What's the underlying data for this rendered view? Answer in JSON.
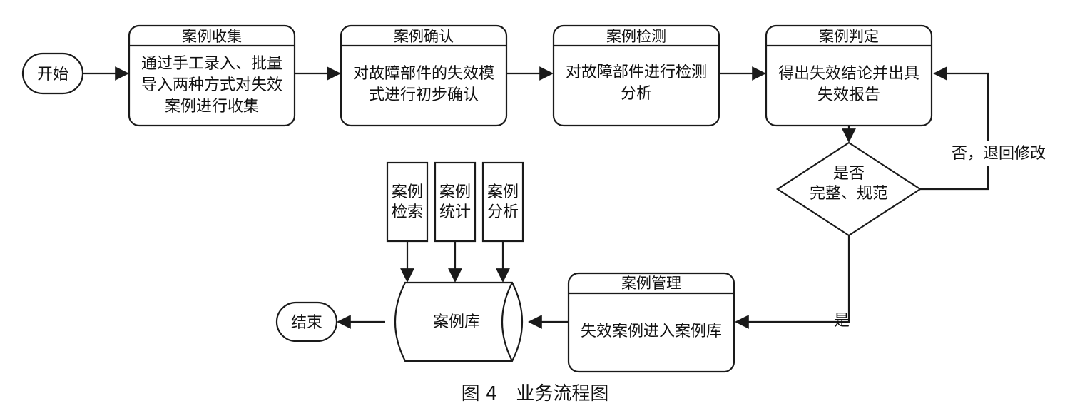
{
  "start_label": "开始",
  "end_label": "结束",
  "steps": [
    {
      "title": "案例收集",
      "lines": [
        "通过手工录入、批量",
        "导入两种方式对失效",
        "案例进行收集"
      ]
    },
    {
      "title": "案例确认",
      "lines": [
        "对故障部件的失效模",
        "式进行初步确认"
      ]
    },
    {
      "title": "案例检测",
      "lines": [
        "对故障部件进行检测",
        "分析"
      ]
    },
    {
      "title": "案例判定",
      "lines": [
        "得出失效结论并出具",
        "失效报告"
      ]
    }
  ],
  "decision": {
    "lines": [
      "是否",
      "完整、规范"
    ],
    "no_label": "否，退回修改",
    "yes_label": "是"
  },
  "management": {
    "title": "案例管理",
    "text": "失效案例进入案例库"
  },
  "database_label": "案例库",
  "tools": [
    {
      "lines": [
        "案例",
        "检索"
      ]
    },
    {
      "lines": [
        "案例",
        "统计"
      ]
    },
    {
      "lines": [
        "案例",
        "分析"
      ]
    }
  ],
  "caption": "图 4　业务流程图"
}
